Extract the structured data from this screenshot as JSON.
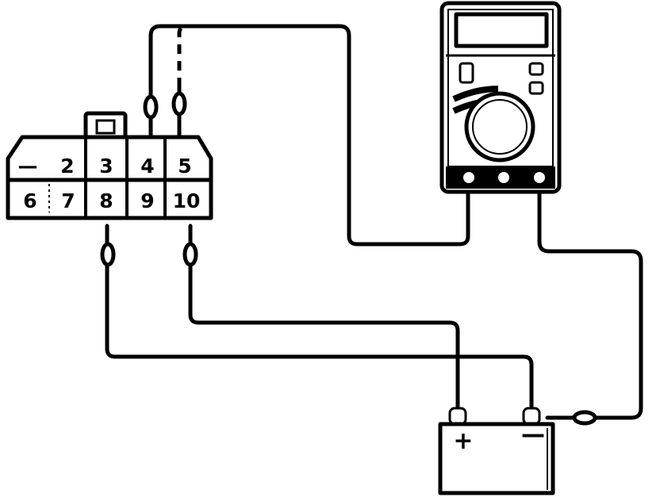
{
  "connector": {
    "pins": [
      "—",
      "2",
      "3",
      "4",
      "5",
      "6",
      "7",
      "8",
      "9",
      "10"
    ]
  },
  "battery": {
    "positive": "+",
    "negative": "—"
  }
}
